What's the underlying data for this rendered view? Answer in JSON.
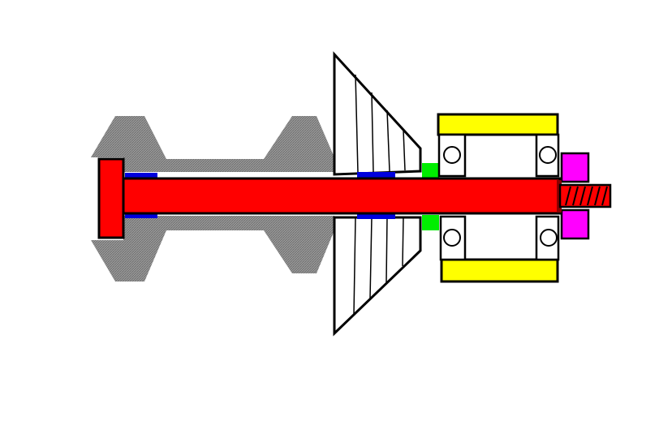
{
  "colors": {
    "background": "#ffffff",
    "shaft": "#ff0000",
    "wheel_hub": "#8a8a8a",
    "bushing": "#0000dd",
    "spacer": "#00ee00",
    "bearing_housing": "#ffff00",
    "nut": "#ff00ff",
    "outline": "#000000",
    "bevel_gear": "#ffffff"
  },
  "parts": [
    {
      "name": "shaft-head",
      "color_key": "shaft"
    },
    {
      "name": "shaft",
      "color_key": "shaft"
    },
    {
      "name": "threaded-end",
      "color_key": "shaft"
    },
    {
      "name": "wheel-hub",
      "color_key": "wheel_hub"
    },
    {
      "name": "bushing",
      "color_key": "bushing"
    },
    {
      "name": "bevel-gear",
      "color_key": "bevel_gear"
    },
    {
      "name": "spacer",
      "color_key": "spacer"
    },
    {
      "name": "bearing-housing",
      "color_key": "bearing_housing"
    },
    {
      "name": "ball-bearing",
      "color_key": "bevel_gear"
    },
    {
      "name": "nut",
      "color_key": "nut"
    }
  ]
}
